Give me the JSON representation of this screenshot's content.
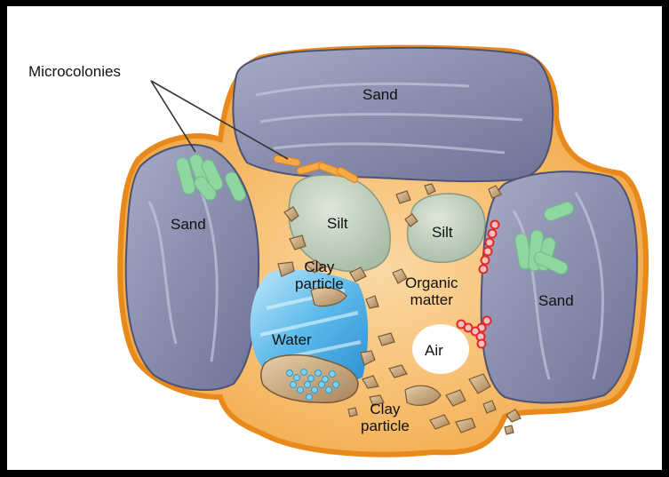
{
  "labels": {
    "microcolonies": "Microcolonies",
    "sand_top": "Sand",
    "sand_left": "Sand",
    "sand_right": "Sand",
    "silt_left": "Silt",
    "silt_right": "Silt",
    "clay_particle_1": "Clay\nparticle",
    "organic_matter": "Organic\nmatter",
    "water": "Water",
    "air": "Air",
    "clay_particle_2": "Clay\nparticle"
  },
  "colors": {
    "matrix": "#F3A94E",
    "matrix_edge": "#E88A1E",
    "sand": "#8A8EAE",
    "silt": "#C6D5C2",
    "water": "#59B8E8",
    "air": "#FFFFFF",
    "bacteria": "#8ED39C",
    "organic_beads": "#E53030",
    "clay": "#C9A478"
  }
}
